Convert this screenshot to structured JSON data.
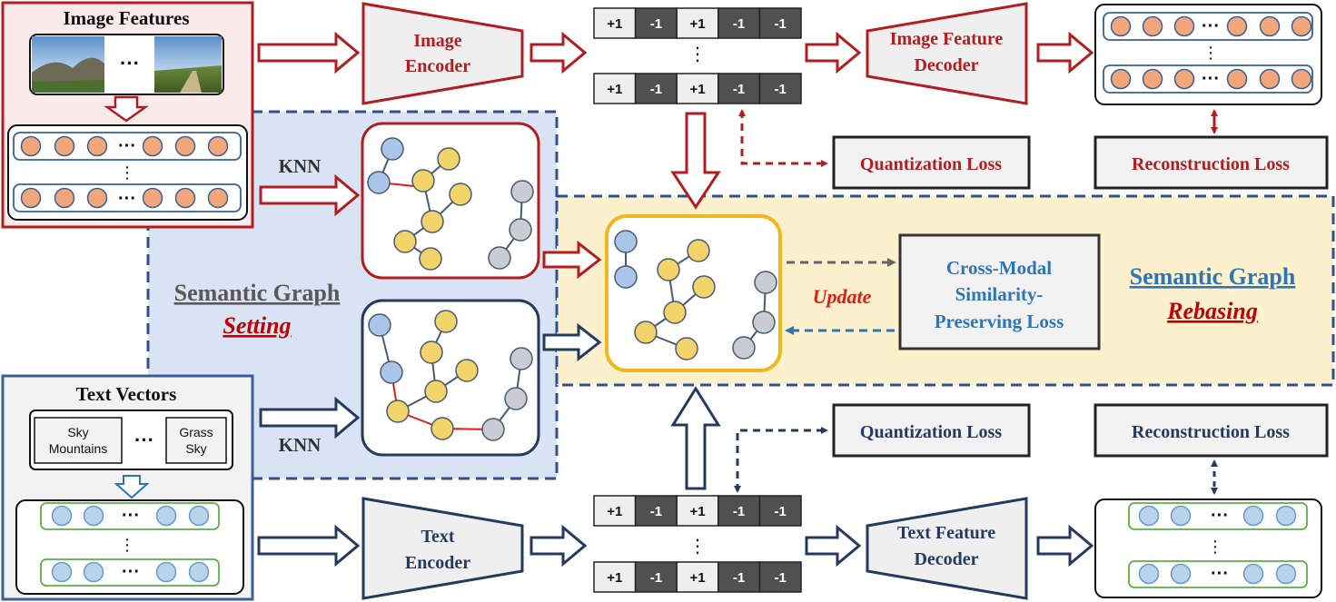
{
  "colors": {
    "image_red": "#b01e22",
    "text_navy": "#243a5e",
    "setting_region_fill": "#dae3f3",
    "setting_region_border": "#2f4f8f",
    "rebasing_region_fill": "#fdf0cc",
    "rebasing_region_border": "#2f4f8f",
    "graph_yellow": "#f3d46b",
    "graph_blue": "#a9c6e8",
    "graph_gray": "#c9ccd2",
    "node_orange": "#f2a77a",
    "node_blue": "#b9d3ea",
    "bit_light": "#eeeeee",
    "bit_dark": "#505050",
    "loss_blue_text": "#2e75b6",
    "update_red": "#e11a1a"
  },
  "image_branch": {
    "features_title": "Image Features",
    "ellipsis": "···",
    "encoder_label_line1": "Image",
    "encoder_label_line2": "Encoder",
    "decoder_label_line1": "Image Feature",
    "decoder_label_line2": "Decoder",
    "hash_top": [
      "+1",
      "-1",
      "+1",
      "-1",
      "-1"
    ],
    "hash_bottom": [
      "+1",
      "-1",
      "+1",
      "-1",
      "-1"
    ],
    "vertical_ellipsis": "⋮",
    "quantization_loss": "Quantization Loss",
    "reconstruction_loss": "Reconstruction Loss",
    "knn_label": "KNN"
  },
  "text_branch": {
    "vectors_title": "Text Vectors",
    "sample_left_line1": "Sky",
    "sample_left_line2": "Mountains",
    "sample_right_line1": "Grass",
    "sample_right_line2": "Sky",
    "ellipsis": "···",
    "encoder_label_line1": "Text",
    "encoder_label_line2": "Encoder",
    "decoder_label_line1": "Text Feature",
    "decoder_label_line2": "Decoder",
    "hash_top": [
      "+1",
      "-1",
      "+1",
      "-1",
      "-1"
    ],
    "hash_bottom": [
      "+1",
      "-1",
      "+1",
      "-1",
      "-1"
    ],
    "vertical_ellipsis": "⋮",
    "quantization_loss": "Quantization Loss",
    "reconstruction_loss": "Reconstruction Loss",
    "knn_label": "KNN"
  },
  "graph_setting": {
    "title": "Semantic Graph",
    "subtitle": "Setting"
  },
  "graph_rebasing": {
    "title": "Semantic Graph",
    "subtitle": "Rebasing",
    "update_label": "Update",
    "loss_line1": "Cross-Modal",
    "loss_line2": "Similarity-",
    "loss_line3": "Preserving Loss"
  }
}
